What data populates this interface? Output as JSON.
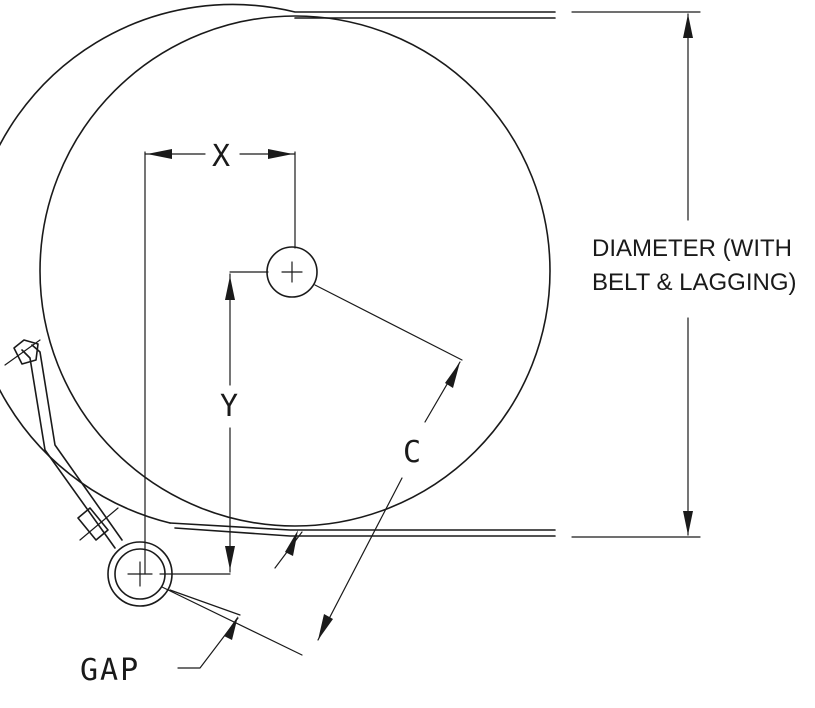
{
  "labels": {
    "x": "X",
    "y": "Y",
    "c": "C",
    "gap": "GAP",
    "diameter_line1": "DIAMETER (WITH",
    "diameter_line2": "BELT & LAGGING)"
  },
  "colors": {
    "ink": "#1a1a1a",
    "background": "#ffffff"
  }
}
